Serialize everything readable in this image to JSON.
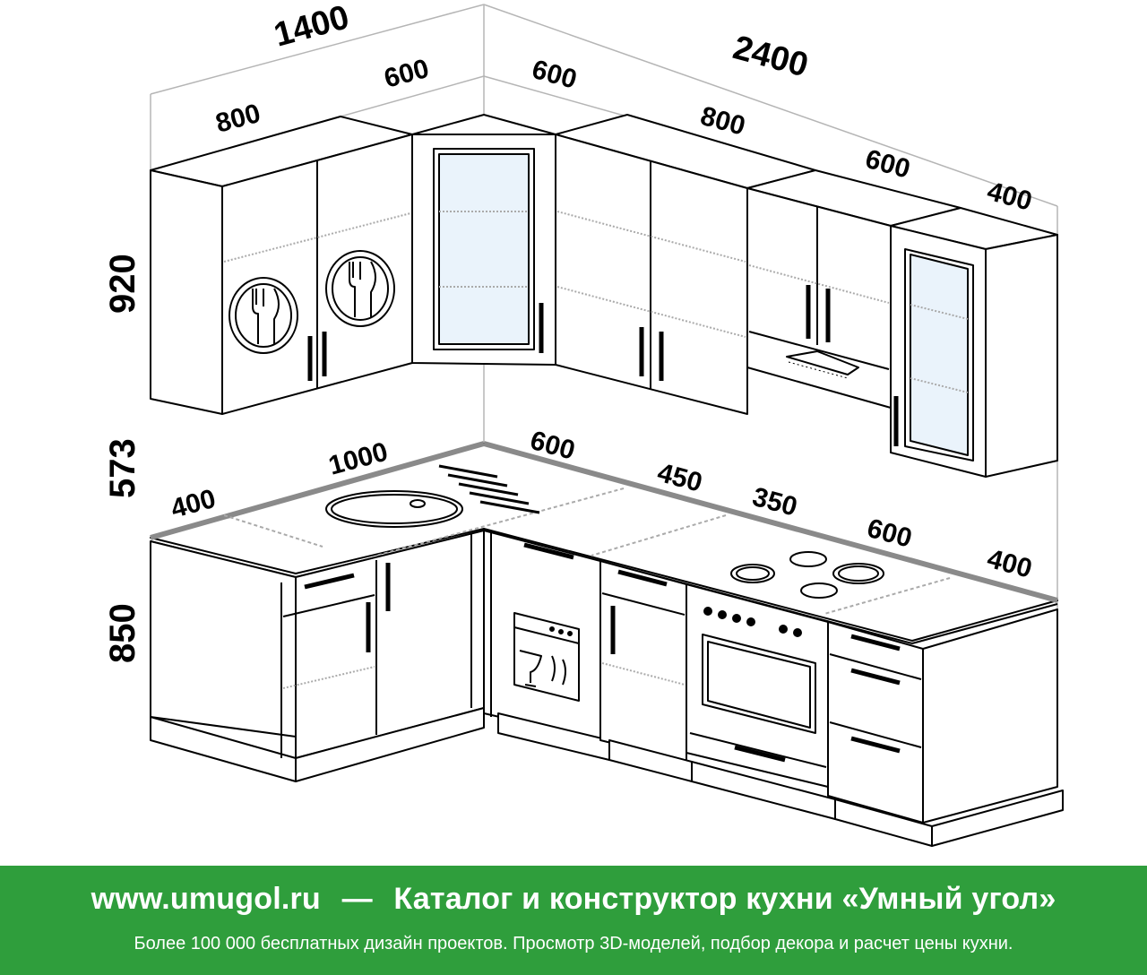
{
  "dimensions": {
    "left_total": "1400",
    "right_total": "2400",
    "upper_left_cabinet": "800",
    "upper_corner_left": "600",
    "upper_corner_right": "600",
    "upper_middle": "800",
    "upper_hood": "600",
    "upper_end": "400",
    "height_upper": "920",
    "height_gap": "573",
    "height_lower": "850",
    "lower_left_end": "400",
    "lower_sink": "1000",
    "lower_corner": "600",
    "lower_dishwasher": "450",
    "lower_cabinet": "350",
    "lower_oven": "600",
    "lower_drawers": "400"
  },
  "banner": {
    "site": "www.umugol.ru",
    "separator": "—",
    "title": "Каталог и конструктор кухни «Умный угол»",
    "subtitle": "Более 100 000 бесплатных дизайн проектов. Просмотр 3D-моделей, подбор декора и расчет цены кухни."
  },
  "colors": {
    "banner_bg": "#2f9e3c",
    "banner_text": "#ffffff",
    "line": "#000000",
    "glass": "#eaf3fb",
    "countertop_edge": "#8a8a8a"
  },
  "icons": [
    "cutlery-plate-icon",
    "cutlery-plate-icon",
    "dishwasher-icon",
    "range-hood-icon",
    "cooktop-burners-icon",
    "oven-icon"
  ]
}
